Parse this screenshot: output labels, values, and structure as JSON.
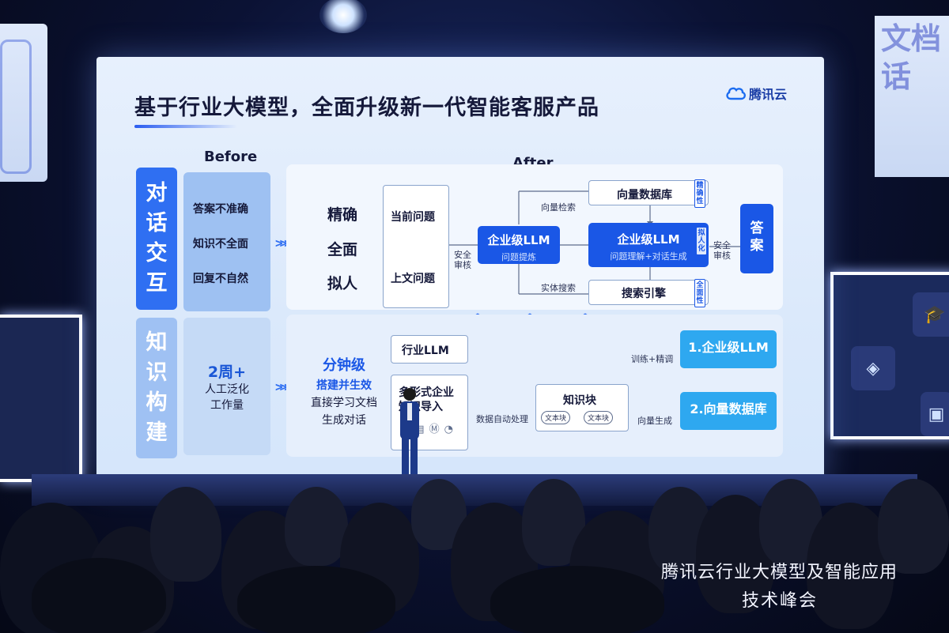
{
  "slide": {
    "title": "基于行业大模型，全面升级新一代智能客服产品",
    "logo_text": "腾讯云",
    "before_header": "Before",
    "after_header": "After",
    "row1": {
      "label_chars": [
        "对",
        "话",
        "交",
        "互"
      ],
      "before_items": [
        {
          "plain": "答案",
          "bold": "不准确"
        },
        {
          "plain": "知识",
          "bold": "不全面"
        },
        {
          "plain": "回复",
          "bold": "不自然"
        }
      ],
      "qualities": [
        "精确",
        "全面",
        "拟人"
      ],
      "inputs": [
        "当前问题",
        "上文问题"
      ],
      "safety_1": [
        "安全",
        "审核"
      ],
      "enterprise_llm_1": {
        "title": "企业级LLM",
        "sub": "问题提炼"
      },
      "vector_search": "向量检索",
      "entity_search": "实体搜索",
      "vector_db": "向量数据库",
      "vector_db_tag": [
        "精",
        "确",
        "性"
      ],
      "enterprise_llm_2": {
        "title": "企业级LLM",
        "sub": "问题理解+对话生成"
      },
      "llm2_tag": [
        "拟",
        "人",
        "化"
      ],
      "search_engine": "搜索引擎",
      "search_tag": [
        "全",
        "面",
        "性"
      ],
      "safety_2": [
        "安全",
        "审核"
      ],
      "answer_chars": [
        "答",
        "案"
      ]
    },
    "row2": {
      "label_chars": [
        "知",
        "识",
        "构",
        "建"
      ],
      "before": {
        "weeks": "2周+",
        "line1": "人工泛化",
        "line2": "工作量"
      },
      "after_lead": {
        "title": "分钟级",
        "subtitle": "搭建并生效",
        "line1": "直接学习文档",
        "line2": "生成对话"
      },
      "industry_llm": "行业LLM",
      "import_box": {
        "line1": "多形式企业",
        "line2": "知识导入"
      },
      "auto_process": "数据自动处理",
      "knowledge_block": "知识块",
      "text_blocks": [
        "文本块",
        "文本块"
      ],
      "train_label": "训练+精调",
      "vector_gen": "向量生成",
      "result_1": "1.企业级LLM",
      "result_2": "2.向量数据库"
    }
  },
  "caption": {
    "line1": "腾讯云行业大模型及智能应用",
    "line2": "技术峰会"
  },
  "side_panel_text": "文档\n话",
  "colors": {
    "primary_blue": "#1a57e6",
    "light_blue": "#9ec1f2",
    "cyan": "#2ea8f0",
    "screen_bg": "#e7f0fd"
  }
}
